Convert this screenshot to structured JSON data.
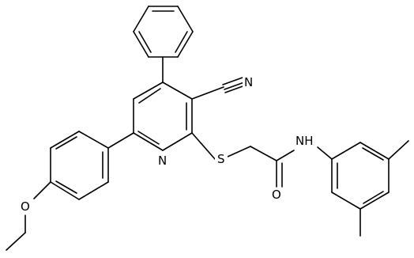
{
  "molecule": {
    "atom_labels": {
      "nitrile_n": "N",
      "pyridine_n": "N",
      "sulfur": "S",
      "carbonyl_o": "O",
      "amide_nh": "NH",
      "ether_o": "O"
    }
  }
}
